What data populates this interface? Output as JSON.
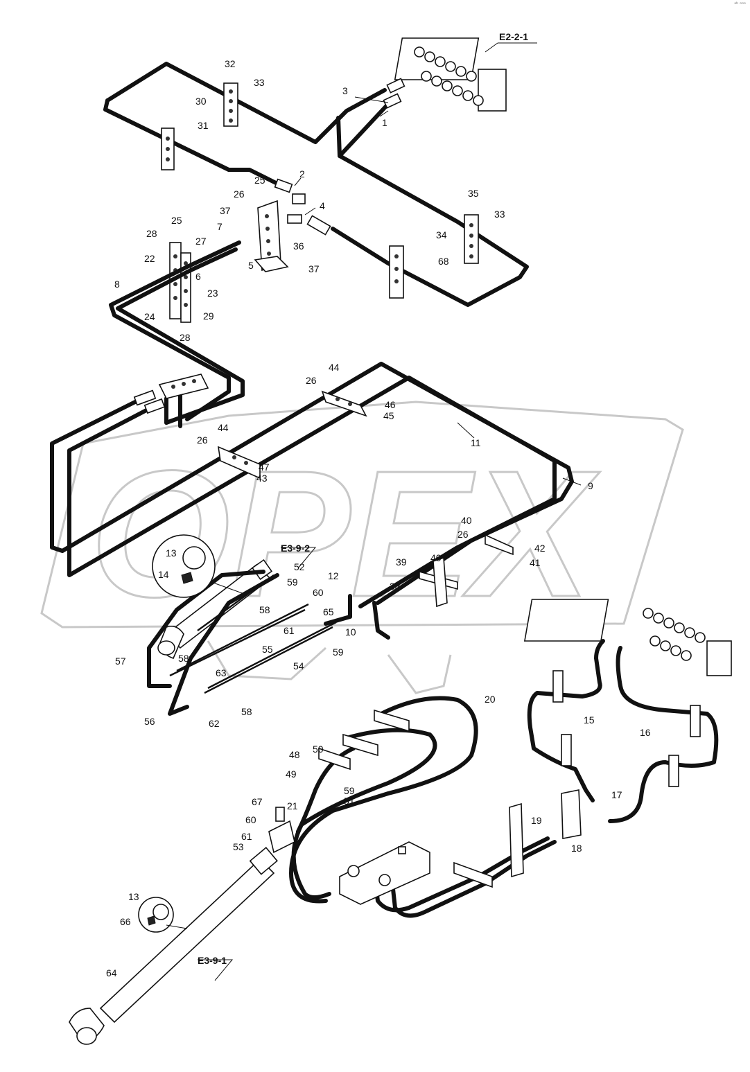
{
  "watermark": "OPEX",
  "corner_mark": "ᵃᵇ ᵒᵒᵒ",
  "references": [
    {
      "id": "ref-e2-2-1",
      "text": "E2-2-1"
    },
    {
      "id": "ref-e3-9-2",
      "text": "E3-9-2"
    },
    {
      "id": "ref-e3-9-1",
      "text": "E3-9-1"
    }
  ],
  "labels": [
    "1",
    "2",
    "3",
    "4",
    "5",
    "6",
    "7",
    "8",
    "9",
    "10",
    "11",
    "12",
    "13",
    "14",
    "15",
    "16",
    "17",
    "18",
    "19",
    "20",
    "21",
    "22",
    "23",
    "24",
    "25",
    "26",
    "27",
    "28",
    "29",
    "30",
    "31",
    "32",
    "33",
    "34",
    "35",
    "36",
    "37",
    "38",
    "39",
    "40",
    "41",
    "42",
    "43",
    "44",
    "45",
    "46",
    "47",
    "48",
    "49",
    "50",
    "51",
    "52",
    "53",
    "54",
    "55",
    "56",
    "57",
    "58",
    "59",
    "60",
    "61",
    "62",
    "63",
    "64",
    "65",
    "66",
    "67",
    "68"
  ]
}
